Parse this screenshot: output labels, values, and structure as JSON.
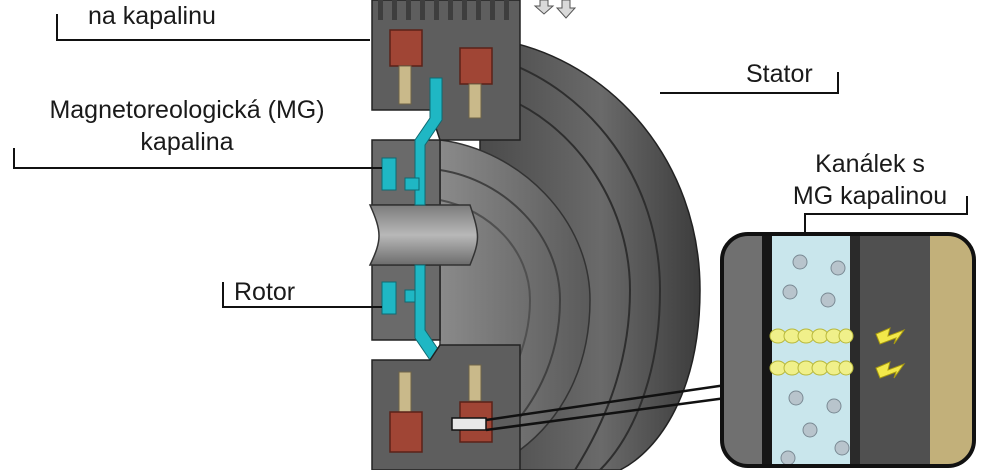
{
  "labels": {
    "top_fluid": "na kapalinu",
    "mg_fluid_line1": "Magnetoreologická (MG)",
    "mg_fluid_line2": "kapalina",
    "rotor": "Rotor",
    "stator": "Stator",
    "channel_line1": "Kanálek s",
    "channel_line2": "MG kapalinou"
  },
  "colors": {
    "housing_dark": "#5a5a5a",
    "housing_mid": "#6e6e6e",
    "coil": "#a04535",
    "mg_fluid": "#1fb7c4",
    "channel_fluid": "#c9e6ec",
    "gold_plate": "#c2b07a",
    "particle_chain": "#f0f08a",
    "field_arrow": "#f2e84a"
  },
  "icons": [
    "magnetic-field-arrow-icon",
    "fluid-flow-arrow-icon"
  ]
}
